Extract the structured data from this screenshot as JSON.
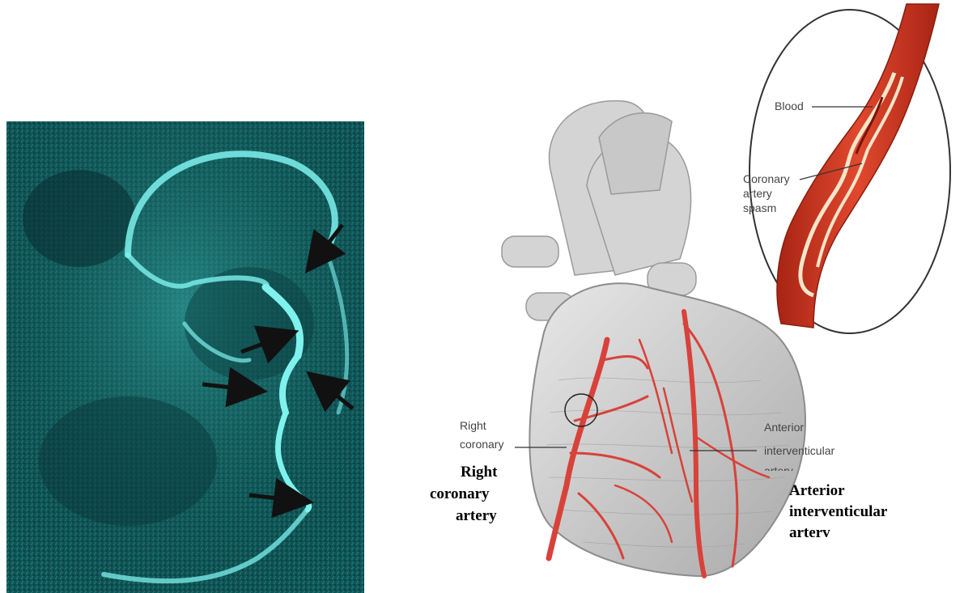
{
  "inset_labels": {
    "blood": "Blood",
    "spasm_line1": "Coronary",
    "spasm_line2": "artery",
    "spasm_line3": "spasm"
  },
  "heart_labels": {
    "right_line1": "Right",
    "right_line2": "coronary",
    "anterior_line1": "Anterior",
    "anterior_line2": "interventicular",
    "anterior_line3": "arterv"
  },
  "annotations": {
    "right_line1": "Right",
    "right_line2": "coronary",
    "right_line3": "artery",
    "arterior_line1": "Arterior",
    "arterior_line2": "interventicular",
    "arterior_line3": "arterv"
  },
  "colors": {
    "angio_bg": "#0e4a4c",
    "angio_vessel": "#7ff2ee",
    "artery_red": "#d8423a",
    "heart_gray": "#c9c9c9",
    "inset_red": "#c8321f"
  },
  "icons": [
    "arrow-icon"
  ]
}
